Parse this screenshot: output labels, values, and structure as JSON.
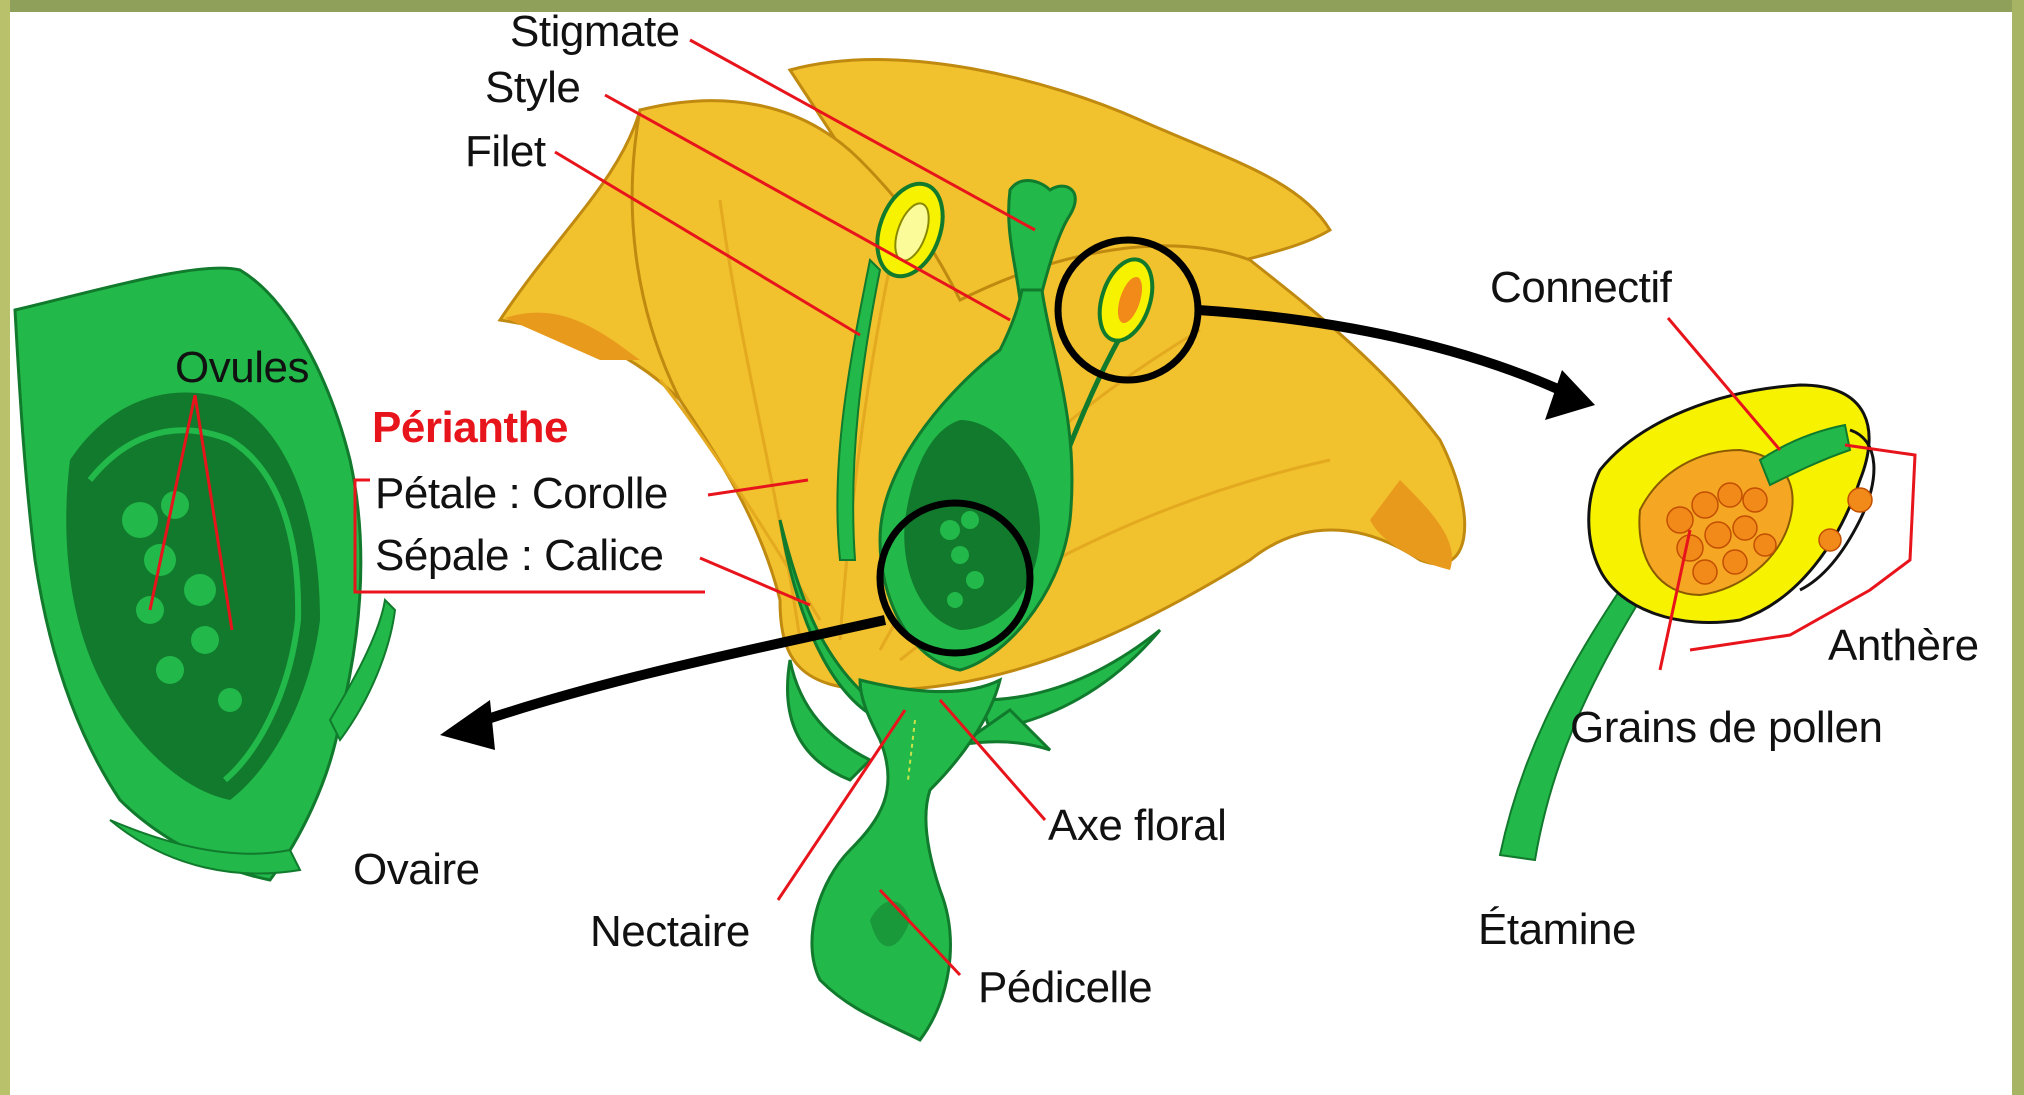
{
  "labels": {
    "stigmate": "Stigmate",
    "style": "Style",
    "filet": "Filet",
    "ovules": "Ovules",
    "perianthe": "Périanthe",
    "petale": "Pétale : Corolle",
    "sepale": "Sépale : Calice",
    "connectif": "Connectif",
    "anthere": "Anthère",
    "grains": "Grains de pollen",
    "ovaire": "Ovaire",
    "axe": "Axe floral",
    "nectaire": "Nectaire",
    "pedicelle": "Pédicelle",
    "etamine": "Étamine"
  },
  "colors": {
    "petal": "#f2c12e",
    "petal_shadow": "#e89a1c",
    "green_light": "#22b84a",
    "green_dark": "#117a2c",
    "anther_yellow": "#f7f200",
    "pollen": "#f28a1a",
    "leader_line": "#e8141b",
    "arrow": "#000000"
  }
}
